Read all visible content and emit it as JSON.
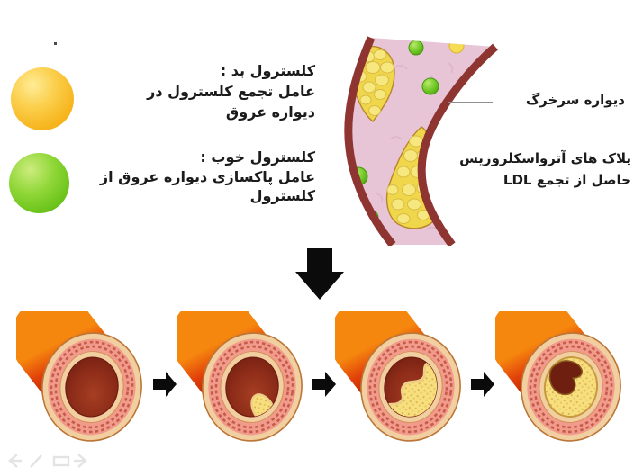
{
  "slide": {
    "background": "#FFFFFF"
  },
  "legend": {
    "bad_cholesterol": {
      "title": "کلسترول بد :",
      "desc_line1": "عامل تجمع کلسترول در",
      "desc_line2": "دیواره عروق",
      "particle_color": "#F6B51E"
    },
    "good_cholesterol": {
      "title": "کلسترول خوب :",
      "desc_line1": "عامل پاکسازی دیواره عروق از",
      "desc_line2": "کلسترول",
      "particle_color": "#67C118"
    }
  },
  "artery_figure": {
    "wall_label": "دیواره سرخرگ",
    "plaque_label_line1": "پلاک های آترواسکلروزیس",
    "plaque_label_line2": "حاصل از تجمع  LDL",
    "colors": {
      "artery_wall": "#8E3431",
      "artery_interior": "#E7C4D6",
      "plaque": "#EFD64A",
      "ldl_particle": "#F6DC55",
      "hdl_particle": "#5BBB16"
    }
  },
  "progression": {
    "stage_count": 4,
    "arrow_color": "#0B0B0B"
  },
  "presenter_controls": {
    "color": "#E3E3E3",
    "icons": [
      "back-arrow",
      "pen",
      "slide",
      "forward-arrow"
    ]
  }
}
